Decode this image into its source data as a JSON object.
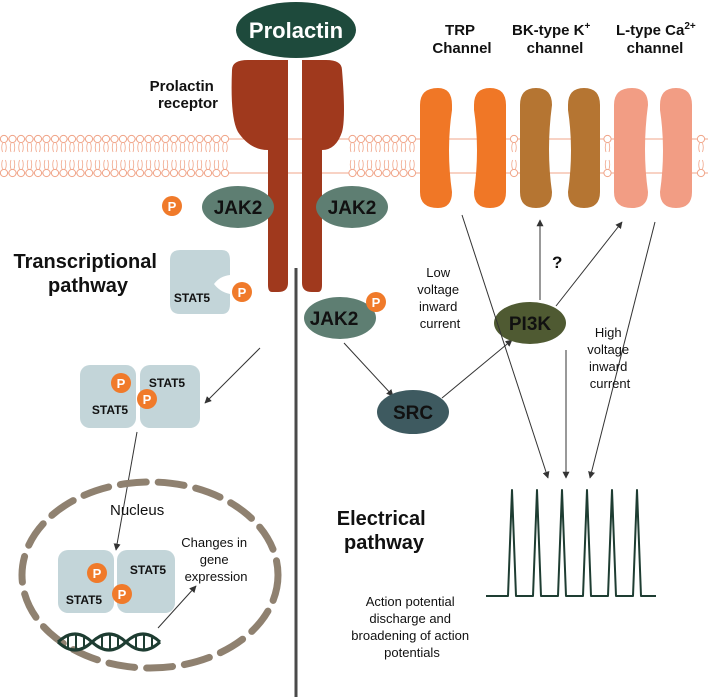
{
  "hormone": "Prolactin",
  "receptor_label": [
    "Prolactin",
    "receptor"
  ],
  "channels": {
    "trp": [
      "TRP",
      "Channel"
    ],
    "bk": {
      "line1": "BK-type K",
      "sup": "+",
      "line2": "channel"
    },
    "ltype": {
      "line1": "L-type Ca",
      "sup": "2+",
      "line2": "channel"
    }
  },
  "kinases": {
    "jak2": "JAK2",
    "pi3k": "PI3K",
    "src": "SRC"
  },
  "phospho": "P",
  "stat5": "STAT5",
  "transcriptional_title": [
    "Transcriptional",
    "pathway"
  ],
  "electrical_title": [
    "Electrical",
    "pathway"
  ],
  "nucleus_label": "Nucleus",
  "gene_expression": [
    "Changes in",
    "gene",
    "expression"
  ],
  "low_voltage": [
    "Low",
    "voltage",
    "inward",
    "current"
  ],
  "high_voltage": [
    "High",
    "voltage",
    "inward",
    "current"
  ],
  "question_mark": "?",
  "action_potential_text": [
    "Action potential",
    "discharge and",
    "broadening of action",
    "potentials"
  ],
  "colors": {
    "prolactin": "#1e4a3c",
    "receptor": "#a0391d",
    "jak2": "#5e7e72",
    "pi3k": "#4f5a32",
    "src": "#3e5a60",
    "phospho": "#f07a2a",
    "stat5": "#c3d5d9",
    "trp": "#f07726",
    "bk": "#b57532",
    "ltype": "#f29d84",
    "nucleus": "#8f8170",
    "trace": "#1e3d32"
  }
}
